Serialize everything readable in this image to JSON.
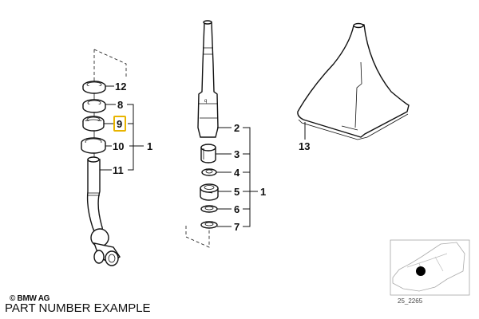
{
  "diagram": {
    "title_caption": "PART NUMBER EXAMPLE",
    "copyright": "© BMW AG",
    "reference_number": "25_2265",
    "highlight_color": "#e8b400",
    "highlighted_part": "9",
    "groups": [
      {
        "name": "selector-rod-assembly",
        "group_label": "1",
        "callouts": [
          "12",
          "8",
          "9",
          "10",
          "11"
        ]
      },
      {
        "name": "gear-lever-assembly",
        "group_label": "1",
        "callouts": [
          "2",
          "3",
          "4",
          "5",
          "6",
          "7"
        ]
      },
      {
        "name": "shift-boot",
        "callouts": [
          "13"
        ]
      }
    ],
    "callouts": {
      "c12": "12",
      "c8": "8",
      "c9": "9",
      "c10": "10",
      "c11": "11",
      "g1a": "1",
      "c2": "2",
      "c3": "3",
      "c4": "4",
      "c5": "5",
      "c6": "6",
      "c7": "7",
      "g1b": "1",
      "c13": "13"
    },
    "icons": {
      "locator": "car-location-thumbnail"
    }
  }
}
